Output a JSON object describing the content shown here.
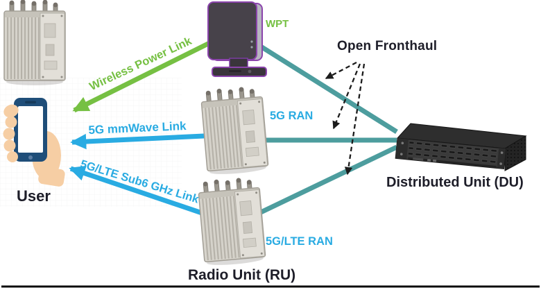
{
  "diagram": {
    "user": {
      "label": "User"
    },
    "wpt": {
      "label": "WPT"
    },
    "ru_5g": {
      "label": "5G RAN"
    },
    "ru_5g_lte": {
      "label": "5G/LTE RAN"
    },
    "ru": {
      "caption": "Radio Unit (RU)"
    },
    "du": {
      "caption": "Distributed Unit (DU)"
    },
    "links": {
      "wireless_power": {
        "label": "Wireless Power Link",
        "color": "#76C043"
      },
      "mmwave": {
        "label": "5G mmWave Link",
        "color": "#29ABE2"
      },
      "sub6": {
        "label": "5G/LTE Sub6 GHz Link",
        "color": "#29ABE2"
      },
      "open_fronthaul": {
        "label": "Open Fronthaul",
        "color": "#4D9D9E"
      }
    },
    "colors": {
      "link_green": "#76C043",
      "link_cyan": "#29ABE2",
      "fronthaul_teal": "#4D9D9E",
      "text_dark": "#1D1D28",
      "phone_frame": "#1F4E79",
      "hand_skin": "#F6CEA4",
      "wpt_outline": "#8B44AC"
    }
  }
}
